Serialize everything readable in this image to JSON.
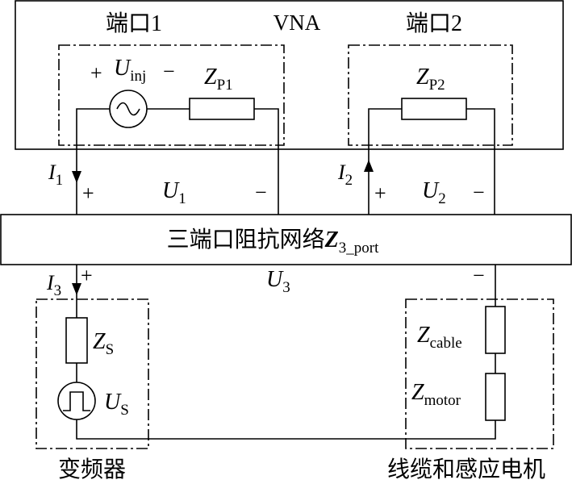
{
  "vna": {
    "label": "VNA",
    "port1": {
      "title": "端口1",
      "source_sign_plus": "+",
      "source_sign_minus": "−",
      "source_symbol": "U",
      "source_sub": "inj",
      "impedance_symbol": "Z",
      "impedance_sub": "P1"
    },
    "port2": {
      "title": "端口2",
      "impedance_symbol": "Z",
      "impedance_sub": "P2"
    }
  },
  "upper_terminals": {
    "i1_symbol": "I",
    "i1_sub": "1",
    "i2_symbol": "I",
    "i2_sub": "2",
    "u1_plus": "+",
    "u1_minus": "−",
    "u1_symbol": "U",
    "u1_sub": "1",
    "u2_plus": "+",
    "u2_minus": "−",
    "u2_symbol": "U",
    "u2_sub": "2"
  },
  "network": {
    "prefix": "三端口阻抗网络",
    "symbol": "Z",
    "sub": "3_port"
  },
  "lower_terminals": {
    "i3_symbol": "I",
    "i3_sub": "3",
    "u3_plus": "+",
    "u3_minus": "−",
    "u3_symbol": "U",
    "u3_sub": "3"
  },
  "inverter": {
    "label": "变频器",
    "impedance_symbol": "Z",
    "impedance_sub": "S",
    "source_symbol": "U",
    "source_sub": "S"
  },
  "load": {
    "label": "线缆和感应电机",
    "cable_symbol": "Z",
    "cable_sub": "cable",
    "motor_symbol": "Z",
    "motor_sub": "motor"
  }
}
